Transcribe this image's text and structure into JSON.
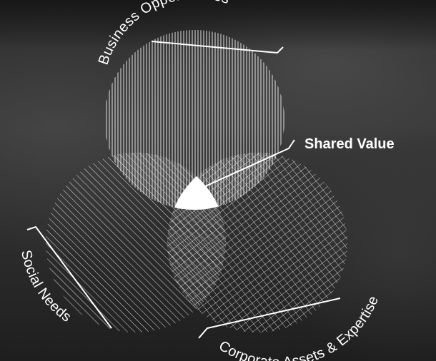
{
  "labels": {
    "business": "Business Opportunities",
    "social": "Social Needs",
    "corporate": "Corporate Assets & Expertise",
    "shared": "Shared Value"
  },
  "colors": {
    "pattern": "#ffffff",
    "background": "#2a2a2a"
  }
}
